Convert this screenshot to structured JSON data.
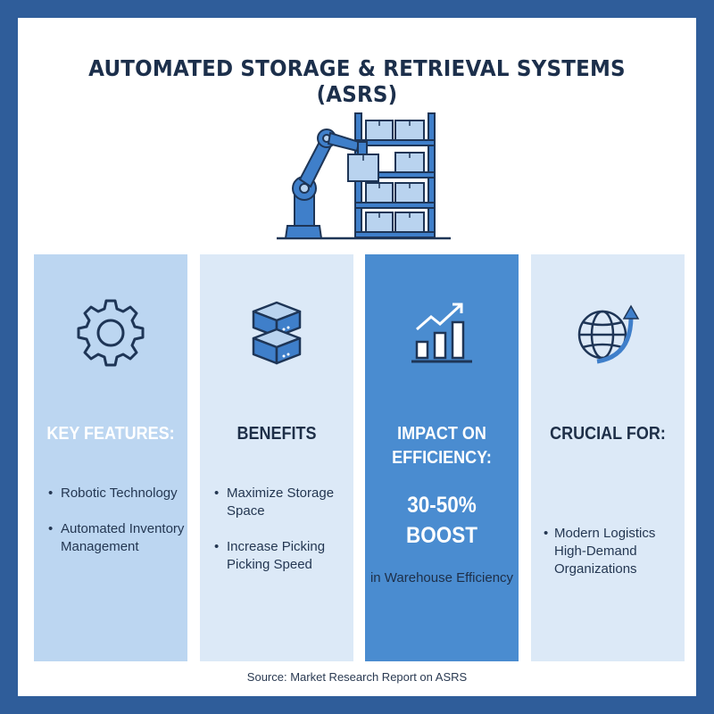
{
  "title": "AUTOMATED STORAGE & RETRIEVAL SYSTEMS (ASRS)",
  "cards": [
    {
      "icon": "gear-icon",
      "heading": "KEY FEATURES:",
      "bullets": [
        "Robotic Technology",
        "Automated Inventory Management"
      ]
    },
    {
      "icon": "server-boxes-icon",
      "heading": "BENEFITS",
      "bullets": [
        "Maximize Storage Space",
        "Increase Picking Picking Speed"
      ]
    },
    {
      "icon": "growth-chart-icon",
      "heading": "IMPACT ON EFFICIENCY:",
      "stat": "30-50% BOOST",
      "stat_note": "in Warehouse Efficiency"
    },
    {
      "icon": "globe-arrow-icon",
      "heading": "CRUCIAL FOR:",
      "bullets": [
        "Modern Logistics High-Demand Organizations"
      ]
    }
  ],
  "source": "Source: Market Research Report on ASRS",
  "colors": {
    "frame": "#2f5d9a",
    "card_key_features": "#bcd6f1",
    "card_light": "#dce9f7",
    "card_impact": "#4a8cd0",
    "icon_stroke": "#1e3556",
    "accent_blue": "#3f7fca"
  }
}
